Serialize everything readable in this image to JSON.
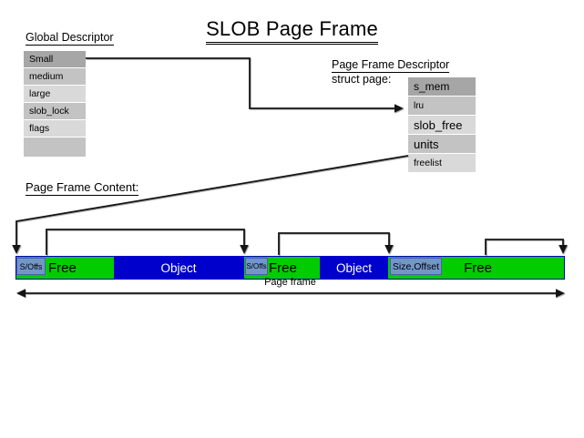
{
  "title": "SLOB Page Frame",
  "global_descriptor": {
    "label": "Global Descriptor",
    "rows": [
      "Small",
      "medium",
      "large",
      "slob_lock",
      "flags",
      ""
    ]
  },
  "page_frame_descriptor": {
    "label": "Page Frame Descriptor",
    "struct_label": "struct page:",
    "rows": [
      "s_mem",
      "lru",
      "slob_free",
      "units",
      "freelist"
    ]
  },
  "page_frame_content": {
    "label": "Page Frame Content:",
    "bar_segments": [
      {
        "label": "S/Offs",
        "type": "free-header"
      },
      {
        "label": "Free",
        "type": "free-space"
      },
      {
        "label": "Object",
        "type": "allocated-object"
      },
      {
        "label": "S/Offs",
        "type": "free-header"
      },
      {
        "label": "Free",
        "type": "free-space"
      },
      {
        "label": "Object",
        "type": "allocated-object"
      },
      {
        "label": "Size,Offset",
        "type": "free-header"
      },
      {
        "label": "Free",
        "type": "free-space"
      }
    ],
    "caption": "Page frame"
  },
  "colors": {
    "free_green": "#00cc00",
    "object_blue": "#0000cc",
    "header_box_blue": "#7396c8",
    "header_box_border": "#44659f",
    "table_row_dark": "#a6a6a6",
    "table_row_mid": "#c3c3c3",
    "table_row_light": "#d9d9d9"
  }
}
